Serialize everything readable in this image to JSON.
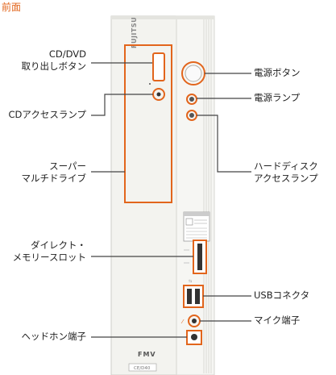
{
  "heading": "前面",
  "labels": {
    "cd_eject_1": "CD/DVD",
    "cd_eject_2": "取り出しボタン",
    "cd_access": "CDアクセスランプ",
    "super_multi_1": "スーパー",
    "super_multi_2": "マルチドライブ",
    "direct_mem_1": "ダイレクト・",
    "direct_mem_2": "メモリースロット",
    "headphone": "ヘッドホン端子",
    "power_button": "電源ボタン",
    "power_lamp": "電源ランプ",
    "hdd_1": "ハードディスク",
    "hdd_2": "アクセスランプ",
    "usb": "USBコネクタ",
    "mic": "マイク端子"
  },
  "case": {
    "logo": "FUJITSU",
    "brand": "FMV",
    "model": "CE/D40"
  },
  "colors": {
    "accent": "#e2651c",
    "case": "#f2f2ee",
    "line": "#444444"
  }
}
